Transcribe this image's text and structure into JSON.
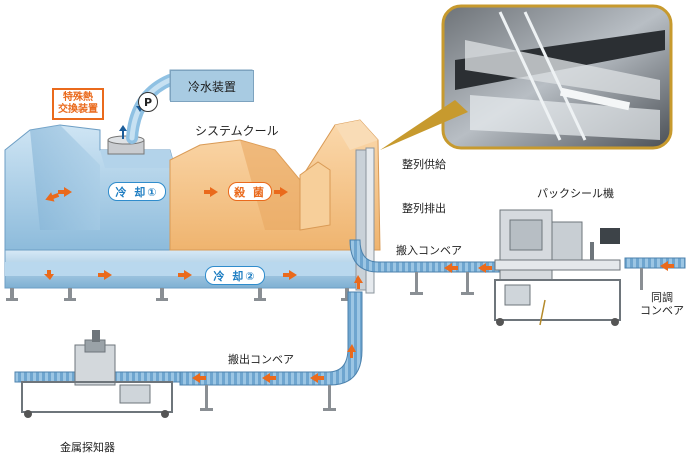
{
  "labels": {
    "chiller": "冷水装置",
    "special_hx": "特殊熱\n交換装置",
    "pump": "P",
    "system_cool": "システムクール",
    "cooling1": "冷 却①",
    "cooling2": "冷 却②",
    "sterilize": "殺 菌",
    "align_supply": "整列供給",
    "align_discharge": "整列排出",
    "pack_seal": "パックシール機",
    "infeed_conveyor": "搬入コンベア",
    "sync_conveyor": "同調\nコンベア",
    "outfeed_conveyor": "搬出コンベア",
    "metal_detector": "金属探知器"
  },
  "colors": {
    "cool_blue": "#a9cde6",
    "heat_orange": "#f4c58a",
    "arrow_orange": "#ea6a1c",
    "frame_gold": "#b58a2a"
  }
}
